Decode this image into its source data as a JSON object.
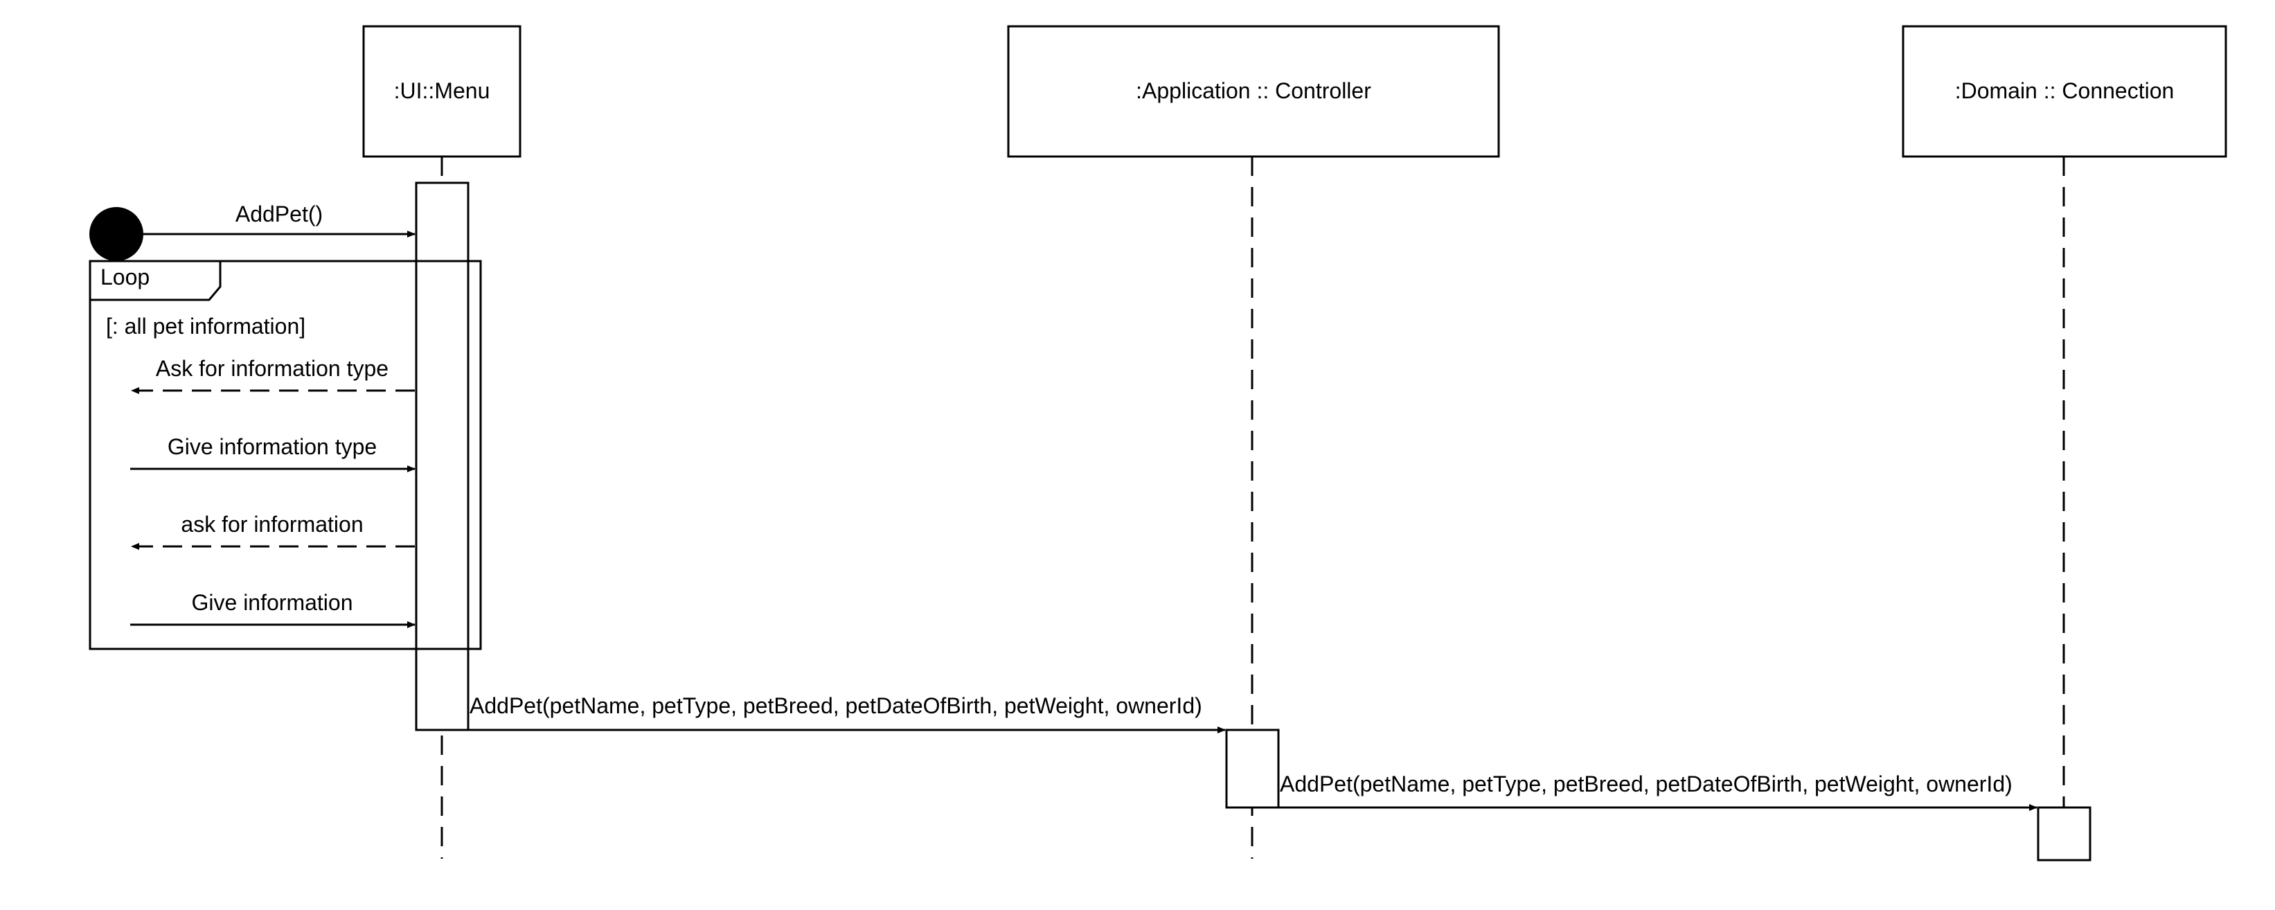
{
  "participants": {
    "ui_menu": ":UI::Menu",
    "controller": ":Application :: Controller",
    "connection": ":Domain :: Connection"
  },
  "messages": {
    "start_call": "AddPet()",
    "ask_type": "Ask for information type",
    "give_type": "Give information type",
    "ask_info": "ask for information",
    "give_info": "Give information",
    "call_controller": "AddPet(petName, petType, petBreed, petDateOfBirth, petWeight, ownerId)",
    "call_connection": "AddPet(petName, petType, petBreed, petDateOfBirth, petWeight, ownerId)"
  },
  "loop": {
    "label": "Loop",
    "guard": "[: all pet information]"
  }
}
